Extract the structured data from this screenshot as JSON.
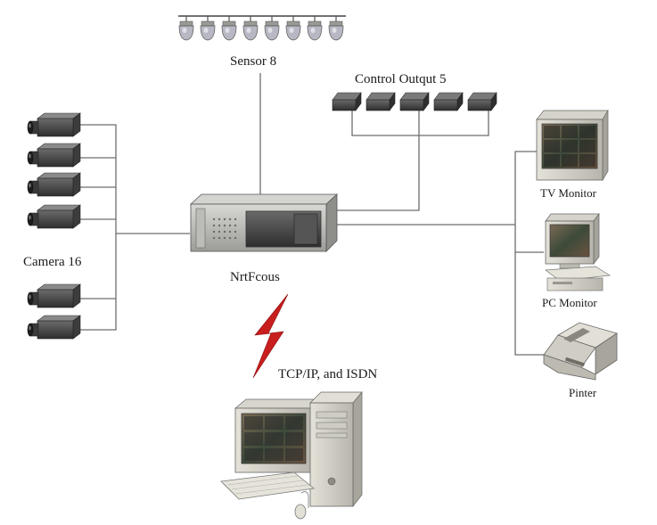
{
  "labels": {
    "sensor": "Sensor 8",
    "control_output": "Control Outqut 5",
    "camera": "Camera 16",
    "server": "NrtFcous",
    "network": "TCP/IP, and ISDN",
    "tv_monitor": "TV Monitor",
    "pc_monitor": "PC Monitor",
    "printer": "Pinter"
  },
  "counts": {
    "sensors": 8,
    "control_outputs": 5,
    "cameras_drawn": 6
  },
  "colors": {
    "line": "#6e6e6e",
    "lightning": "#c81e1e",
    "device": "#b9b9b4",
    "device_dark": "#4a4a4a",
    "screen": "#5b5247"
  }
}
